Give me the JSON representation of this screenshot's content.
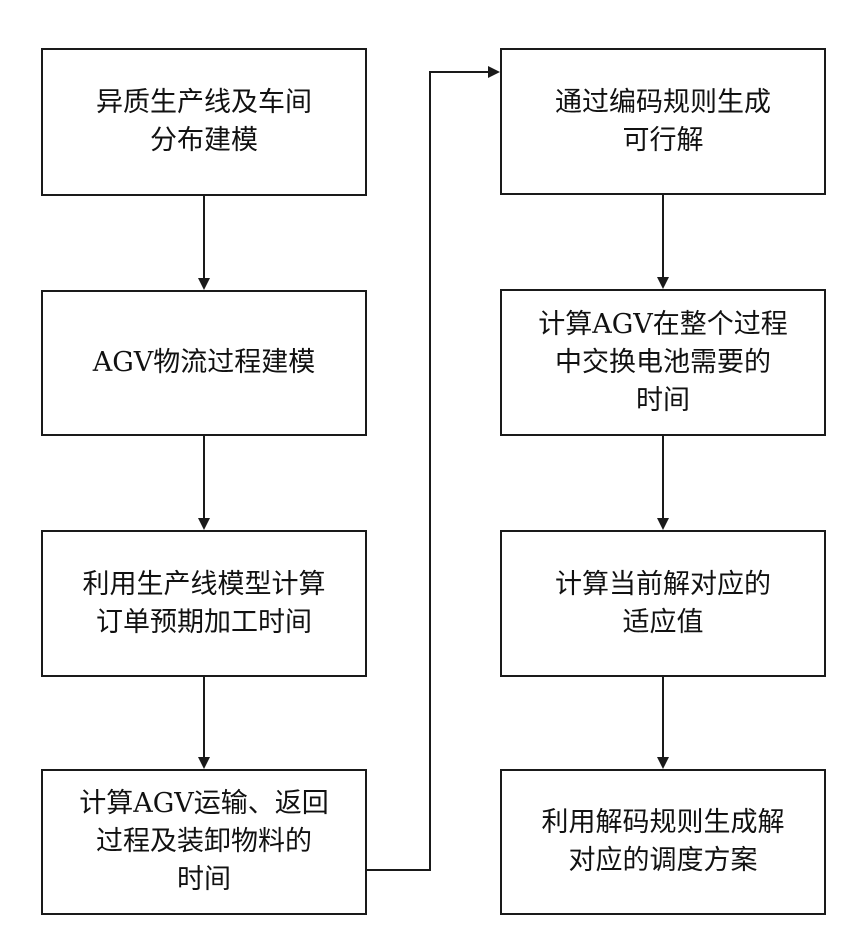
{
  "flowchart": {
    "left_column": [
      {
        "id": "n1",
        "lines": [
          "异质生产线及车间",
          "分布建模"
        ]
      },
      {
        "id": "n2",
        "lines": [
          "AGV物流过程建模"
        ]
      },
      {
        "id": "n3",
        "lines": [
          "利用生产线模型计算",
          "订单预期加工时间"
        ]
      },
      {
        "id": "n4",
        "lines": [
          "计算AGV运输、返回",
          "过程及装卸物料的",
          "时间"
        ]
      }
    ],
    "right_column": [
      {
        "id": "n5",
        "lines": [
          "通过编码规则生成",
          "可行解"
        ]
      },
      {
        "id": "n6",
        "lines": [
          "计算AGV在整个过程",
          "中交换电池需要的",
          "时间"
        ]
      },
      {
        "id": "n7",
        "lines": [
          "计算当前解对应的",
          "适应值"
        ]
      },
      {
        "id": "n8",
        "lines": [
          "利用解码规则生成解",
          "对应的调度方案"
        ]
      }
    ],
    "edges": [
      [
        "n1",
        "n2"
      ],
      [
        "n2",
        "n3"
      ],
      [
        "n3",
        "n4"
      ],
      [
        "n4",
        "n5"
      ],
      [
        "n5",
        "n6"
      ],
      [
        "n6",
        "n7"
      ],
      [
        "n7",
        "n8"
      ]
    ],
    "colors": {
      "stroke": "#1a1a1a",
      "text": "#111111",
      "background": "#ffffff"
    }
  }
}
